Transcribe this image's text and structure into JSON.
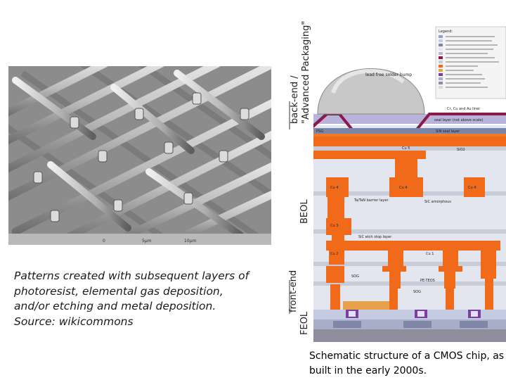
{
  "left_caption": "Patterns created with subsequent layers of photoresist, elemental gas deposition, and/or etching and metal deposition. Source: wikicommons",
  "right_caption": "Schematic structure of a CMOS chip, as built in the early 2000s.",
  "sem_scale": [
    "0",
    "5µm",
    "10µm"
  ],
  "diagram": {
    "side_labels": {
      "back_end": "back-end /",
      "advanced_packaging": "\"Advanced Packaging\"",
      "beol": "BEOL",
      "front_end": "front-end",
      "feol": "FEOL"
    },
    "legend_title": "Legend:",
    "bump_label": "lead free solder bump",
    "layer_labels": {
      "liner": "Cr, Cu and Au liner",
      "seal_layer": "seal layer (not above scale)",
      "psg": "PSG",
      "sin_layer": "SiN seal layer",
      "cu5": "Cu 5",
      "sio2": "SiO2",
      "cu4_left": "Cu 4",
      "cu4_mid": "Cu 4",
      "cu4_right": "Cu 4",
      "barrier": "Ta/TaN barrier layer",
      "sic_amorph": "SiC amorphous",
      "cu3": "Cu 3",
      "sic_etch": "SiC etch stop layer",
      "cu2": "Cu 2",
      "cu1": "Cu 1",
      "pe_teos": "PE-TEOS",
      "sog": "SOG",
      "sog2": "SOG"
    }
  },
  "colors": {
    "copper": "#f06a1a",
    "bump": "#c8c8c8",
    "dielectric_light": "#e3e6ee",
    "dielectric_band": "#c7ccd8",
    "seal": "#8a1a4a",
    "purple_layer": "#9a8fc9",
    "substrate": "#8e8e9c"
  }
}
